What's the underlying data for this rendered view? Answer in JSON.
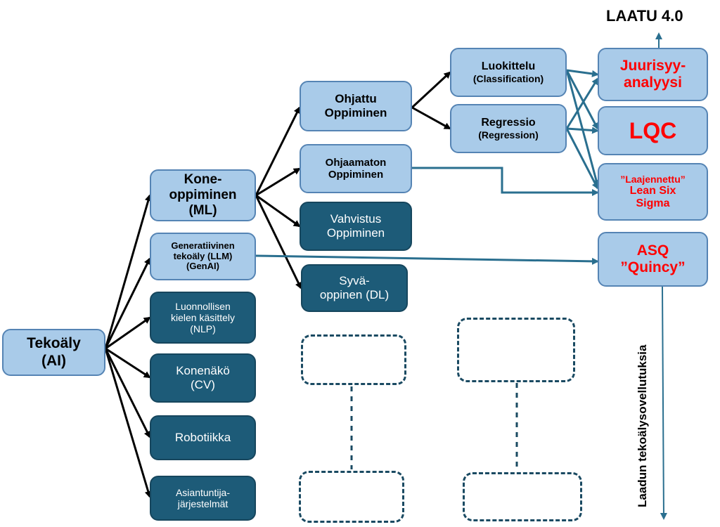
{
  "title": "LAATU 4.0",
  "vertical_label": "Laadun tekoälysovellutuksia",
  "colors": {
    "light_box": "#a9cbe9",
    "dark_box": "#1d5b78",
    "black_arrow": "#000000",
    "teal_line": "#2a6f8f",
    "red_text": "#ff0000"
  },
  "nodes": {
    "tekoaly": {
      "line1": "Tekoäly",
      "line2": "(AI)"
    },
    "kone": {
      "line1": "Kone-",
      "line2": "oppiminen",
      "line3": "(ML)"
    },
    "genai": {
      "line1": "Generatiivinen",
      "line2": "tekoäly (LLM)",
      "line3": "(GenAI)"
    },
    "nlp": {
      "line1": "Luonnollisen",
      "line2": "kielen käsittely",
      "line3": "(NLP)"
    },
    "cv": {
      "line1": "Konenäkö",
      "line2": "(CV)"
    },
    "robotiikka": {
      "line1": "Robotiikka"
    },
    "asiantuntija": {
      "line1": "Asiantuntija-",
      "line2": "järjestelmät"
    },
    "ohjattu": {
      "line1": "Ohjattu",
      "line2": "Oppiminen"
    },
    "ohjaamaton": {
      "line1": "Ohjaamaton",
      "line2": "Oppiminen"
    },
    "vahvistus": {
      "line1": "Vahvistus",
      "line2": "Oppiminen"
    },
    "syva": {
      "line1": "Syvä-",
      "line2": "oppinen (DL)"
    },
    "luokittelu": {
      "line1": "Luokittelu",
      "line2": "(Classification)"
    },
    "regressio": {
      "line1": "Regressio",
      "line2": "(Regression)"
    },
    "juurisyy": {
      "line1": "Juurisyy-",
      "line2": "analyysi"
    },
    "lqc": {
      "line1": "LQC"
    },
    "lean": {
      "line1": "”Laajennettu”",
      "line2": "Lean Six",
      "line3": "Sigma"
    },
    "asq": {
      "line1": "ASQ",
      "line2": "”Quincy”"
    }
  }
}
